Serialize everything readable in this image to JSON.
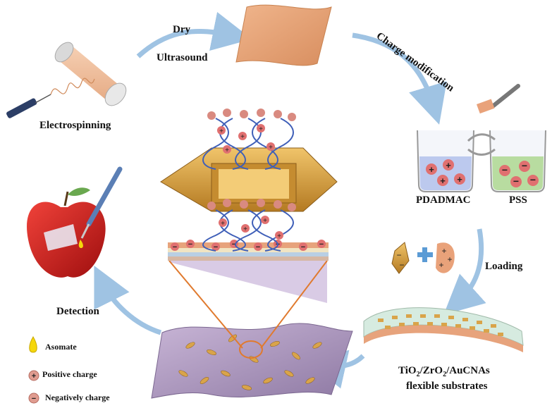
{
  "labels": {
    "electrospinning": "Electrospinning",
    "dry": "Dry",
    "ultrasound": "Ultrasound",
    "charge_modification": "Charge modification",
    "pdadmac": "PDADMAC",
    "pss": "PSS",
    "loading": "Loading",
    "substrate_line1_prefix": "TiO",
    "substrate_line1_sub1": "2",
    "substrate_line1_mid": "/ZrO",
    "substrate_line1_sub2": "2",
    "substrate_line1_suffix": "/AuCNAs",
    "substrate_line2": "flexible substrates",
    "detection": "Detection"
  },
  "legend": [
    {
      "icon": "yellow-drop",
      "label": "Asomate"
    },
    {
      "icon": "positive-charge",
      "label": "Positive charge"
    },
    {
      "icon": "negative-charge",
      "label": "Negatively charge"
    }
  ],
  "colors": {
    "arrow": "#9fc3e3",
    "mat": "#e9a27a",
    "charge": "#d98a80",
    "helix": "#3f5fb8",
    "gold": "#d9a44a",
    "membrane": "#b9a3c9",
    "orange_line": "#e07a2e"
  }
}
